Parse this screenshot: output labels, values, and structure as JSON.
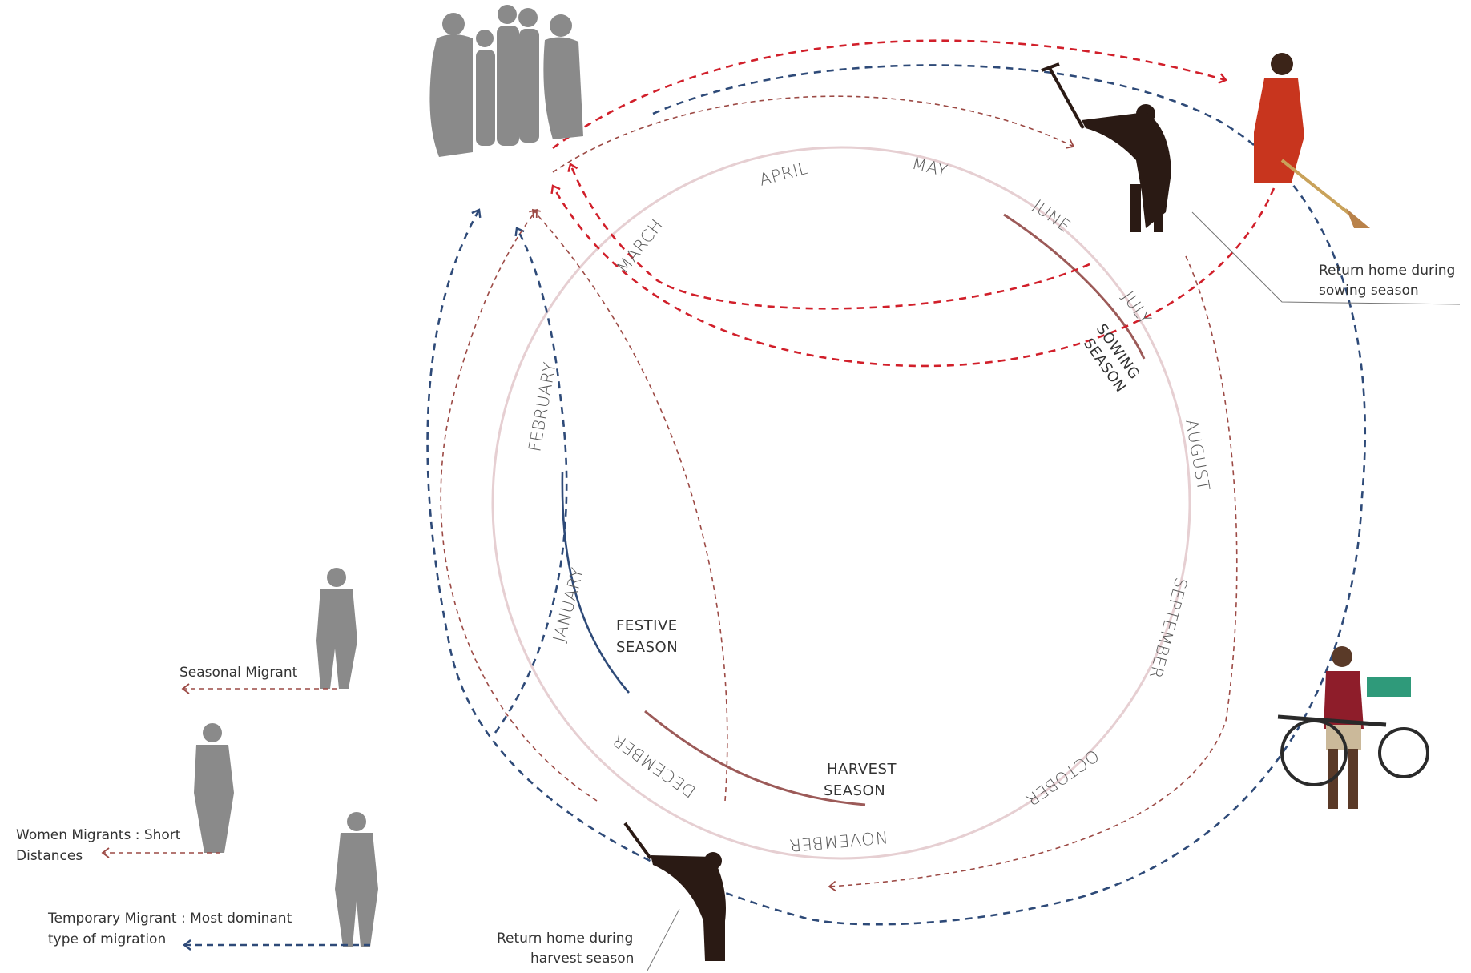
{
  "months": {
    "january": "JANUARY",
    "february": "FEBRUARY",
    "march": "MARCH",
    "april": "APRIL",
    "may": "MAY",
    "june": "JUNE",
    "july": "JULY",
    "august": "AUGUST",
    "september": "SEPTEMBER",
    "october": "OCTOBER",
    "november": "NOVEMBER",
    "december": "DECEMBER"
  },
  "seasons": {
    "sowing": [
      "SOWING",
      "SEASON"
    ],
    "festive": [
      "FESTIVE",
      "SEASON"
    ],
    "harvest": [
      "HARVEST",
      "SEASON"
    ]
  },
  "annotations": {
    "sowing_return": [
      "Return home during",
      "sowing season"
    ],
    "harvest_return": [
      "Return home during",
      "harvest season"
    ]
  },
  "legend": {
    "seasonal": "Seasonal Migrant",
    "women": [
      "Women Migrants : Short",
      "Distances"
    ],
    "temporary": [
      "Temporary Migrant : Most dominant",
      "type of migration"
    ]
  },
  "colors": {
    "red": "#d11f2a",
    "blue": "#2e4a78",
    "brown": "#9c4a45",
    "circle": "#e6cfd2",
    "silhouette": "#8a8a8a",
    "figure_dark": "#2a1a14"
  }
}
